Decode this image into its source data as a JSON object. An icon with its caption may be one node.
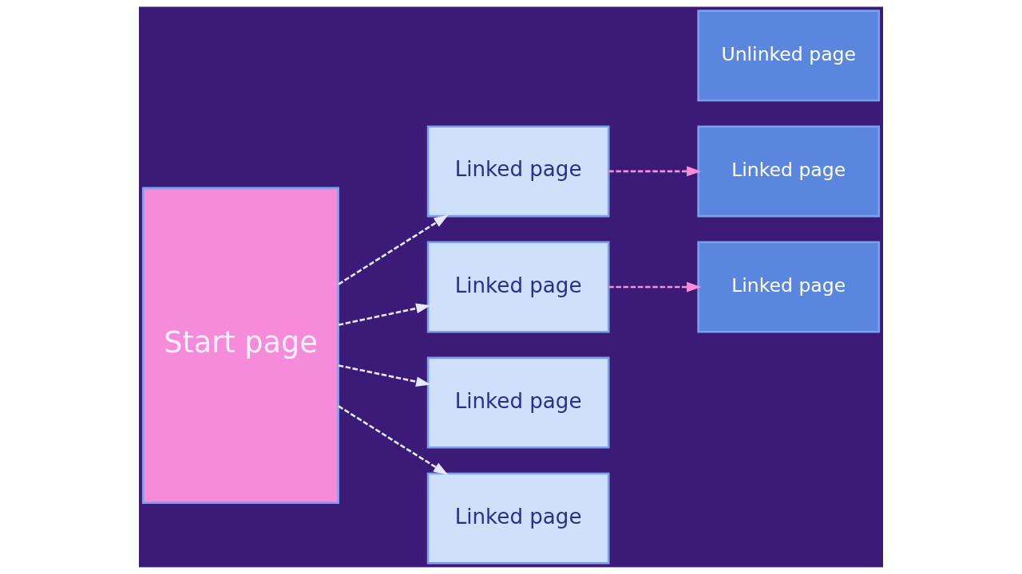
{
  "diagram": {
    "nodes": [
      {
        "text": [
          "Start page"
        ]
      },
      {
        "text": [
          "Linked page"
        ]
      },
      {
        "text": [
          "Linked page"
        ]
      },
      {
        "text": [
          "Linked page"
        ]
      },
      {
        "text": [
          "Linked page"
        ]
      },
      {
        "text": [
          "Linked page"
        ]
      },
      {
        "text": [
          "Linked page"
        ]
      },
      {
        "text": [
          "Unlinked page"
        ]
      }
    ],
    "edges": [
      {
        "from": 0,
        "to": 1,
        "arrow": "to",
        "style": "dashed"
      },
      {
        "from": 0,
        "to": 2,
        "arrow": "to",
        "style": "dashed"
      },
      {
        "from": 0,
        "to": 3,
        "arrow": "to",
        "style": "dashed"
      },
      {
        "from": 0,
        "to": 4,
        "arrow": "to",
        "style": "dashed"
      },
      {
        "from": 1,
        "to": 5,
        "arrow": "to",
        "style": "dashed",
        "color": "#f48fd8"
      },
      {
        "from": 2,
        "to": 6,
        "arrow": "to",
        "style": "dashed",
        "color": "#f48fd8"
      }
    ]
  }
}
